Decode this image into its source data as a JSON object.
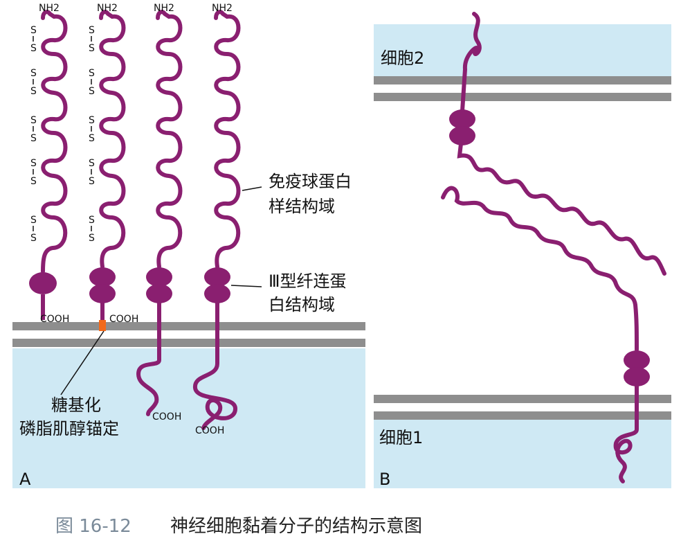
{
  "panels": [
    {
      "letter": "A",
      "terminals": {
        "n": "NH2",
        "c": "COOH"
      },
      "disulfide_atom": "S",
      "labels": {
        "ig_domain": [
          "免疫球蛋白",
          "样结构域"
        ],
        "fn3_domain": [
          "Ⅲ型纤连蛋",
          "白结构域"
        ],
        "gpi_anchor": [
          "糖基化",
          "磷脂肌醇锚定"
        ]
      }
    },
    {
      "letter": "B",
      "cells": {
        "top": "细胞2",
        "bottom": "细胞1"
      }
    }
  ],
  "caption": {
    "number": "图 16-12",
    "text": "神经细胞黏着分子的结构示意图"
  },
  "colors": {
    "protein": "#8a1f70",
    "membrane": "#8e8e8e",
    "cytoplasm": "#cfe9f4",
    "anchor": "#f26a1b"
  }
}
